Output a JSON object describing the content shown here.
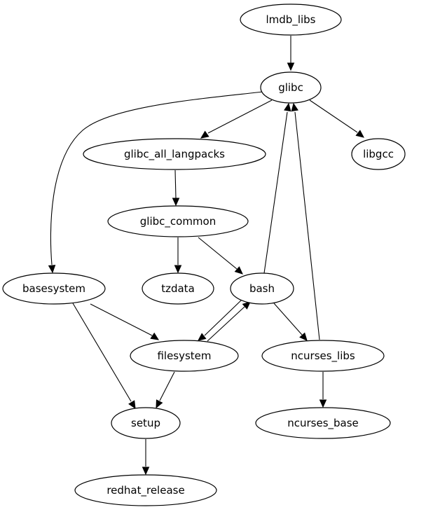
{
  "graph": {
    "nodes": [
      {
        "id": "lmdb_libs",
        "label": "lmdb_libs"
      },
      {
        "id": "glibc",
        "label": "glibc"
      },
      {
        "id": "glibc_all_langpacks",
        "label": "glibc_all_langpacks"
      },
      {
        "id": "libgcc",
        "label": "libgcc"
      },
      {
        "id": "glibc_common",
        "label": "glibc_common"
      },
      {
        "id": "basesystem",
        "label": "basesystem"
      },
      {
        "id": "tzdata",
        "label": "tzdata"
      },
      {
        "id": "bash",
        "label": "bash"
      },
      {
        "id": "filesystem",
        "label": "filesystem"
      },
      {
        "id": "ncurses_libs",
        "label": "ncurses_libs"
      },
      {
        "id": "setup",
        "label": "setup"
      },
      {
        "id": "ncurses_base",
        "label": "ncurses_base"
      },
      {
        "id": "redhat_release",
        "label": "redhat_release"
      }
    ],
    "edges": [
      {
        "from": "lmdb_libs",
        "to": "glibc"
      },
      {
        "from": "glibc",
        "to": "glibc_all_langpacks"
      },
      {
        "from": "glibc",
        "to": "libgcc"
      },
      {
        "from": "glibc",
        "to": "basesystem"
      },
      {
        "from": "glibc_all_langpacks",
        "to": "glibc_common"
      },
      {
        "from": "glibc_common",
        "to": "tzdata"
      },
      {
        "from": "glibc_common",
        "to": "bash"
      },
      {
        "from": "bash",
        "to": "glibc"
      },
      {
        "from": "bash",
        "to": "filesystem"
      },
      {
        "from": "bash",
        "to": "ncurses_libs"
      },
      {
        "from": "filesystem",
        "to": "bash"
      },
      {
        "from": "basesystem",
        "to": "filesystem"
      },
      {
        "from": "basesystem",
        "to": "setup"
      },
      {
        "from": "filesystem",
        "to": "setup"
      },
      {
        "from": "ncurses_libs",
        "to": "glibc"
      },
      {
        "from": "ncurses_libs",
        "to": "ncurses_base"
      },
      {
        "from": "setup",
        "to": "redhat_release"
      }
    ]
  }
}
